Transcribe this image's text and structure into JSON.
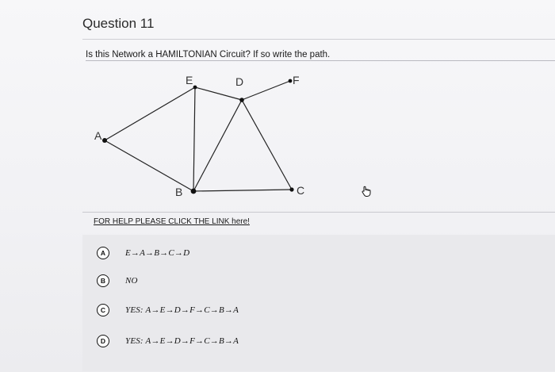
{
  "question": {
    "title": "Question 11",
    "prompt": "Is this Network a HAMILTONIAN Circuit? If so write the path."
  },
  "graph": {
    "nodes": [
      {
        "id": "A",
        "label": "A"
      },
      {
        "id": "B",
        "label": "B"
      },
      {
        "id": "C",
        "label": "C"
      },
      {
        "id": "D",
        "label": "D"
      },
      {
        "id": "E",
        "label": "E"
      },
      {
        "id": "F",
        "label": "F"
      }
    ],
    "edges": [
      [
        "A",
        "E"
      ],
      [
        "A",
        "B"
      ],
      [
        "E",
        "B"
      ],
      [
        "E",
        "D"
      ],
      [
        "D",
        "F"
      ],
      [
        "D",
        "B"
      ],
      [
        "D",
        "C"
      ],
      [
        "B",
        "C"
      ]
    ]
  },
  "help": {
    "link_text": "FOR HELP PLEASE CLICK THE LINK here!"
  },
  "choices": [
    {
      "letter": "A",
      "text": "E→A→B→C→D"
    },
    {
      "letter": "B",
      "text": "NO"
    },
    {
      "letter": "C",
      "text": "YES: A→E→D→F→C→B→A"
    },
    {
      "letter": "D",
      "text": "YES: A→E→D→F→C→B→A"
    }
  ],
  "icons": {
    "cursor": "hand-pointer-icon"
  }
}
